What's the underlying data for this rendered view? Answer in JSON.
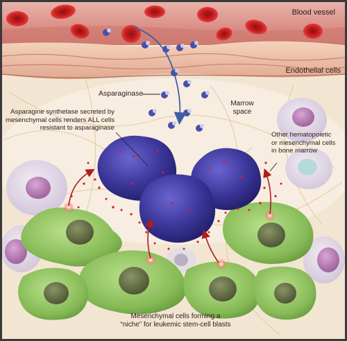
{
  "labels": {
    "blood_vessel": "Blood vessel",
    "endothelial_cells": "Endothelial cells",
    "asparaginase": "Asparaginase",
    "marrow_space": "Marrow\nspace",
    "asparagine_synthetase": "Asparagine synthetase secreted by\nmesenchymal cells renders ALL cells\nresistant to asparaginase",
    "other_cells": "Other hematopoietic\nor mesenchymal cells\nin bone marrow",
    "niche_cells": "Mesenchymal cells forming a\n“niche” for leukemic stem-cell blasts"
  },
  "colors": {
    "blood_vessel": "#c84a45",
    "red_blood_cell": "#c81e1e",
    "endothelium": "#e9b9a0",
    "asparaginase_molecule": "#4a4fa8",
    "leukemic_blast": "#3e38a8",
    "mesenchymal_cell": "#8cbf5e",
    "mesenchymal_nucleus": "#5e6a42",
    "other_cell": "#c8b8d8",
    "asparagine_synthetase": "#d81f2a",
    "background": "#f3e7d6"
  }
}
